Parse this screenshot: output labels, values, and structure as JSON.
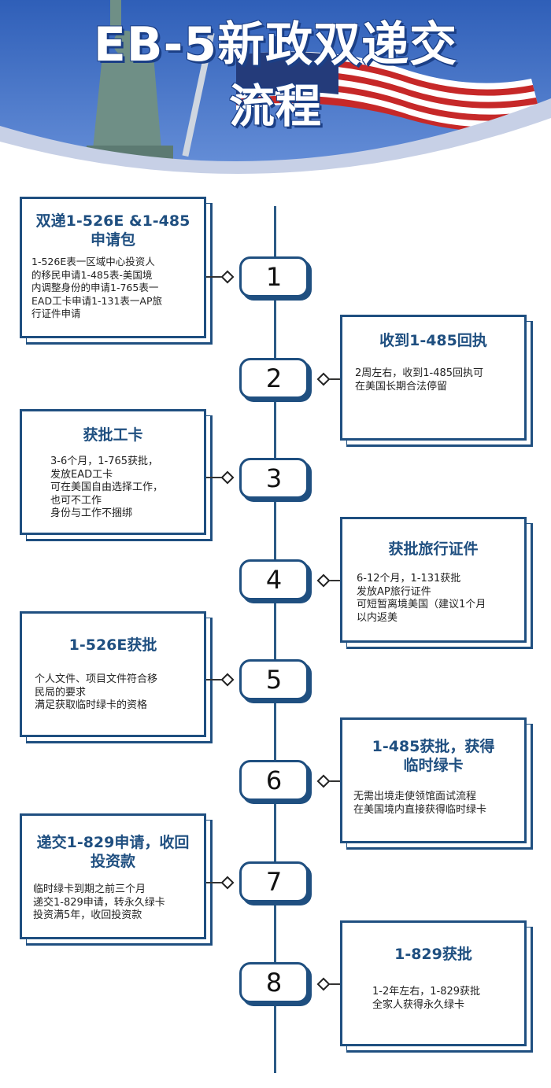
{
  "header": {
    "title_line1": "EB-5新政双递交",
    "title_line2": "流程"
  },
  "steps": [
    {
      "number": "1",
      "title": "双递1-526E &1-485\n申请包",
      "body": "1-526E表一区域中心投资人\n的移民申请1-485表-美国境\n内调整身份的申请1-765表一\nEAD工卡申请1-131表一AP旅\n行证件申请"
    },
    {
      "number": "2",
      "title": "收到1-485回执",
      "body": "2周左右，收到1-485回执可\n在美国长期合法停留"
    },
    {
      "number": "3",
      "title": "获批工卡",
      "body": "3-6个月，1-765获批，\n发放EAD工卡\n可在美国自由选择工作，\n也可不工作\n身份与工作不捆绑"
    },
    {
      "number": "4",
      "title": "获批旅行证件",
      "body": "6-12个月，1-131获批\n发放AP旅行证件\n可短暂离境美国（建议1个月\n以内返美"
    },
    {
      "number": "5",
      "title": "1-526E获批",
      "body": "个人文件、项目文件符合移\n民局的要求\n满足获取临时绿卡的资格"
    },
    {
      "number": "6",
      "title": "1-485获批，获得\n临时绿卡",
      "body": "无需出境走使领馆面试流程\n在美国境内直接获得临时绿卡"
    },
    {
      "number": "7",
      "title": "递交1-829申请，收回\n投资款",
      "body": "临时绿卡到期之前三个月\n递交1-829申请，转永久绿卡\n投资满5年，收回投资款"
    },
    {
      "number": "8",
      "title": "1-829获批",
      "body": "1-2年左右，1-829获批\n全家人获得永久绿卡"
    }
  ],
  "colors": {
    "primary": "#1f4f80",
    "axis": "#2b5a86",
    "sky": "#3f71c9"
  }
}
